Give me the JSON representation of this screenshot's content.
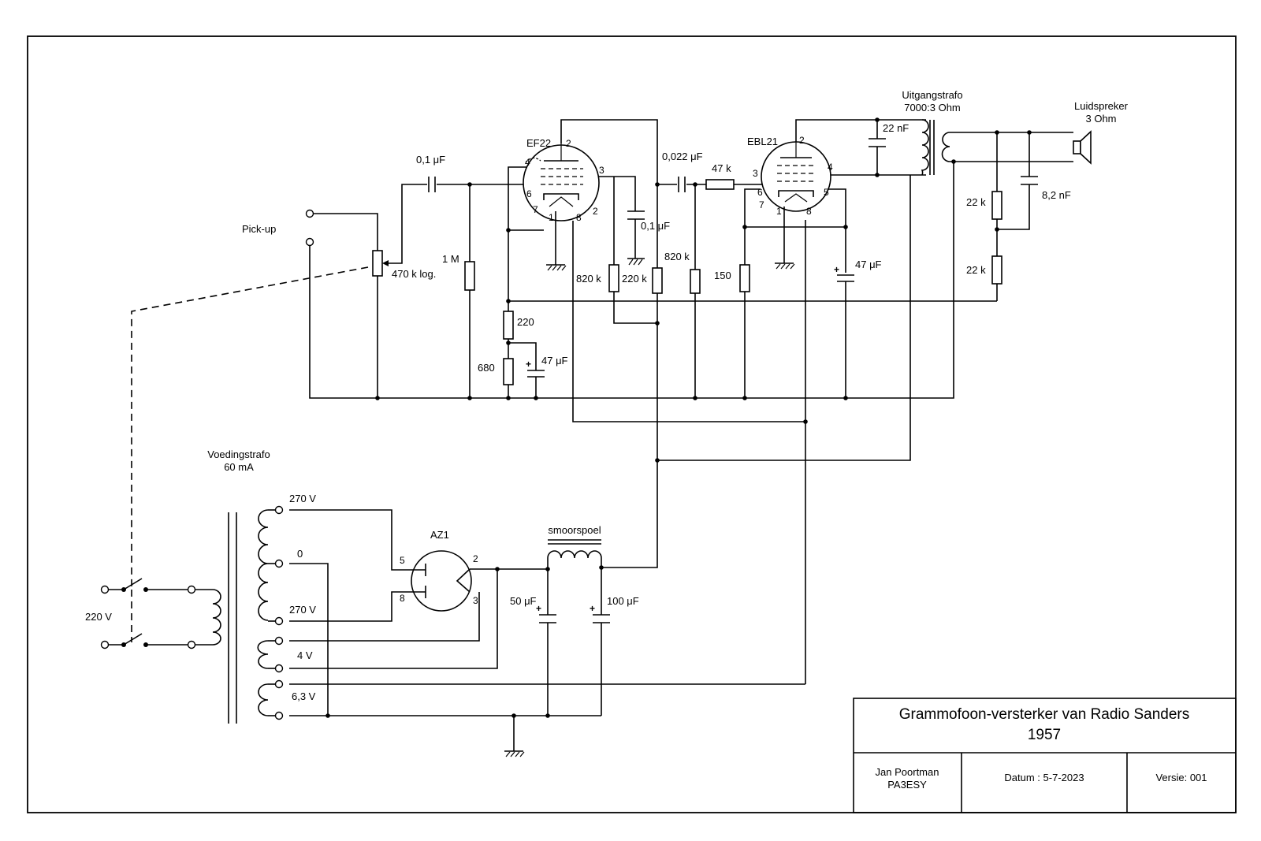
{
  "title_block": {
    "title_line1": "Grammofoon-versterker van Radio Sanders",
    "title_line2": "1957",
    "author_name": "Jan Poortman",
    "author_call": "PA3ESY",
    "date": "Datum : 5-7-2023",
    "version": "Versie: 001"
  },
  "labels": {
    "pickup": "Pick-up",
    "pot": "470 k log.",
    "c_in": "0,1 μF",
    "r_grid1": "1 M",
    "ef22": "EF22",
    "r_220": "220",
    "r_680": "680",
    "c_47a": "47 μF",
    "r_820a": "820 k",
    "r_220k": "220 k",
    "c_01b": "0,1 μF",
    "r_820b": "820 k",
    "c_0022": "0,022 μF",
    "r_47k": "47 k",
    "ebl21": "EBL21",
    "r_150": "150",
    "c_47b": "47 μF",
    "c_22nf": "22 nF",
    "outtrafo_1": "Uitgangstrafo",
    "outtrafo_2": "7000:3 Ohm",
    "spk_1": "Luidspreker",
    "spk_2": "3 Ohm",
    "r_22k_a": "22 k",
    "r_22k_b": "22 k",
    "c_82nf": "8,2 nF",
    "mains_trafo_1": "Voedingstrafo",
    "mains_trafo_2": "60 mA",
    "v_270a": "270 V",
    "v_0": "0",
    "v_270b": "270 V",
    "v_4": "4 V",
    "v_63": "6,3 V",
    "mains": "220 V",
    "az1": "AZ1",
    "choke": "smoorspoel",
    "c_50": "50 μF",
    "c_100": "100 μF"
  },
  "pins": {
    "ef22": [
      "2",
      "4",
      "3",
      "6",
      "7",
      "1",
      "8",
      "2"
    ],
    "ebl21": [
      "2",
      "3",
      "4",
      "6",
      "5",
      "7",
      "1",
      "8"
    ],
    "az1": [
      "5",
      "2",
      "8",
      "3"
    ]
  }
}
